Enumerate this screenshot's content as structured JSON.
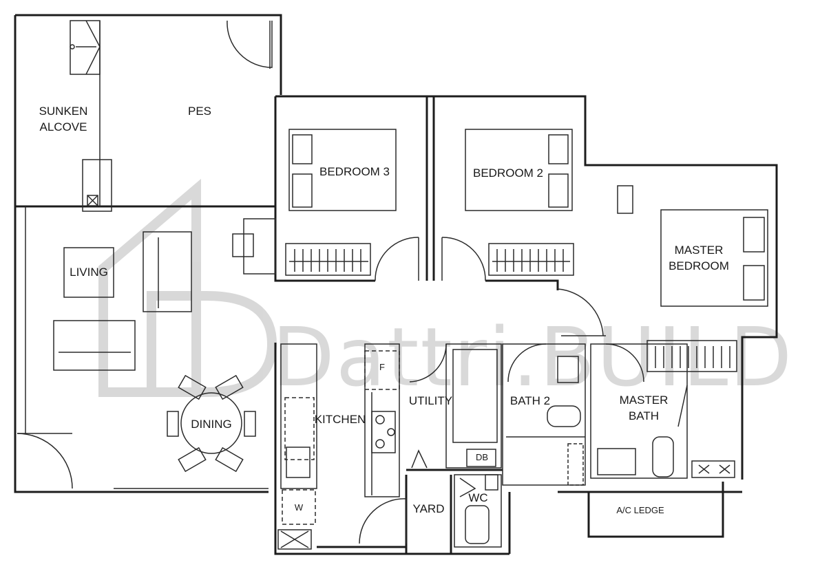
{
  "rooms": {
    "sunken_alcove": "SUNKEN\nALCOVE",
    "pes": "PES",
    "bedroom3": "BEDROOM 3",
    "bedroom2": "BEDROOM 2",
    "master_bedroom": "MASTER\nBEDROOM",
    "living": "LIVING",
    "dining": "DINING",
    "kitchen": "KITCHEN",
    "utility": "UTILITY",
    "bath2": "BATH 2",
    "master_bath": "MASTER\nBATH",
    "yard": "YARD",
    "wc": "WC",
    "ac_ledge": "A/C LEDGE"
  },
  "fixtures": {
    "fridge": "F",
    "washer": "W",
    "db": "DB"
  },
  "watermark": "Dattri.BUILD"
}
